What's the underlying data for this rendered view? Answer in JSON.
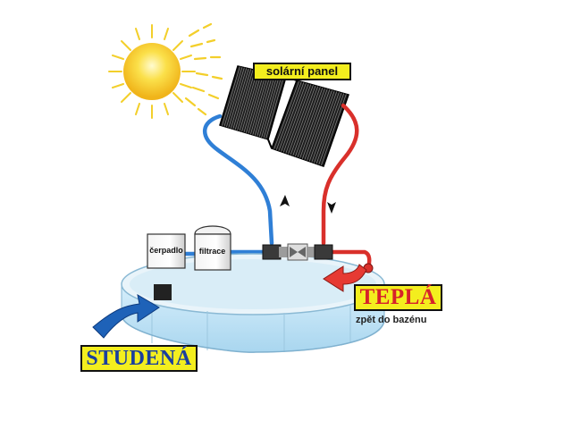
{
  "labels": {
    "solar_panel": "solární panel",
    "pump": "čerpadlo",
    "filter": "filtrace",
    "cold": "STUDENÁ",
    "hot": "TEPLÁ",
    "hot_sub": "zpět do bazénu"
  },
  "colors": {
    "cold_pipe": "#2f7fd6",
    "hot_pipe": "#d9302b",
    "label_bg": "#f3ee1e",
    "cold_text": "#1a3f9e",
    "hot_text": "#d6222a",
    "sun": "#f7d21c",
    "pool_water": "#bfe3f5"
  },
  "icons": [
    "sun-icon",
    "solar-panel-icon",
    "pump-icon",
    "filter-icon",
    "valve-icon",
    "cold-arrow-icon",
    "hot-arrow-icon",
    "up-arrow-icon",
    "down-arrow-icon",
    "pool-icon"
  ]
}
